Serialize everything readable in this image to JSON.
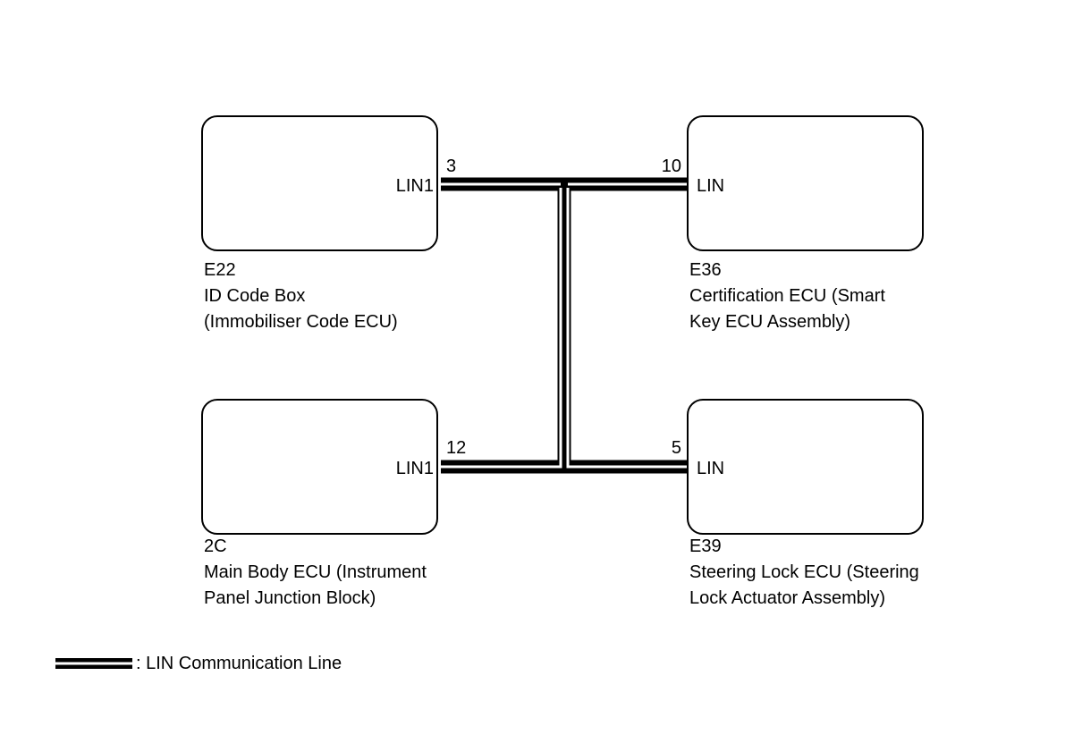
{
  "ecus": [
    {
      "id": "id-code-box",
      "connector": "E22",
      "name_line1": "ID Code Box",
      "name_line2": "(Immobiliser Code ECU)",
      "pin_name": "LIN1",
      "pin_number": "3"
    },
    {
      "id": "certification-ecu",
      "connector": "E36",
      "name_line1": "Certification ECU (Smart",
      "name_line2": "Key ECU Assembly)",
      "pin_name": "LIN",
      "pin_number": "10"
    },
    {
      "id": "main-body-ecu",
      "connector": "2C",
      "name_line1": "Main Body ECU (Instrument",
      "name_line2": "Panel Junction Block)",
      "pin_name": "LIN1",
      "pin_number": "12"
    },
    {
      "id": "steering-lock-ecu",
      "connector": "E39",
      "name_line1": "Steering Lock ECU (Steering",
      "name_line2": "Lock Actuator Assembly)",
      "pin_name": "LIN",
      "pin_number": "5"
    }
  ],
  "legend": {
    "text": ": LIN Communication Line"
  },
  "colors": {
    "wire_outer": "#000000",
    "wire_inner": "#ffffff",
    "box_border": "#000000"
  }
}
